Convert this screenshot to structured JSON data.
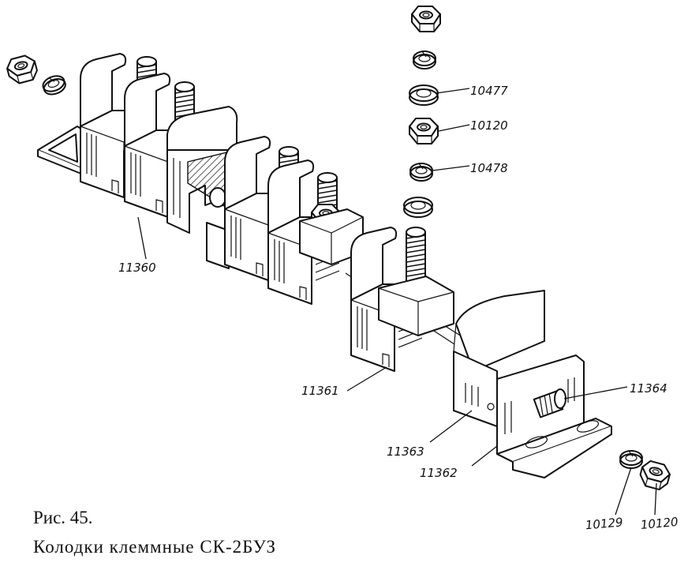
{
  "caption": {
    "number": "Рис. 45.",
    "title": "Колодки клеммные СК-2БУЗ"
  },
  "callouts": {
    "c10477": "10477",
    "c10120_top": "10120",
    "c10478": "10478",
    "c11360": "11360",
    "c11361": "11361",
    "c11364": "11364",
    "c11363": "11363",
    "c11362": "11362",
    "c10129": "10129",
    "c10120_bottom": "10120"
  }
}
